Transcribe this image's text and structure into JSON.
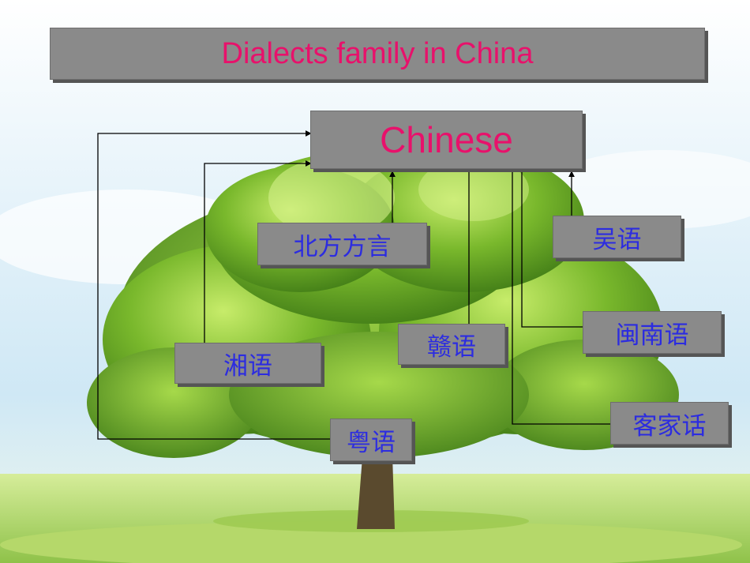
{
  "title": "Dialects family in China",
  "root": "Chinese",
  "dialects": [
    "北方方言",
    "吴语",
    "赣语",
    "闽南语",
    "湘语",
    "客家话",
    "粤语"
  ],
  "colors": {
    "title_text": "#e8116b",
    "root_text": "#e8116b",
    "dialect_text": "#2c2ce0",
    "box_fill": "#8a8a8a",
    "tree_foliage": "#5c9e1f",
    "sky": "#bfe2f4"
  }
}
